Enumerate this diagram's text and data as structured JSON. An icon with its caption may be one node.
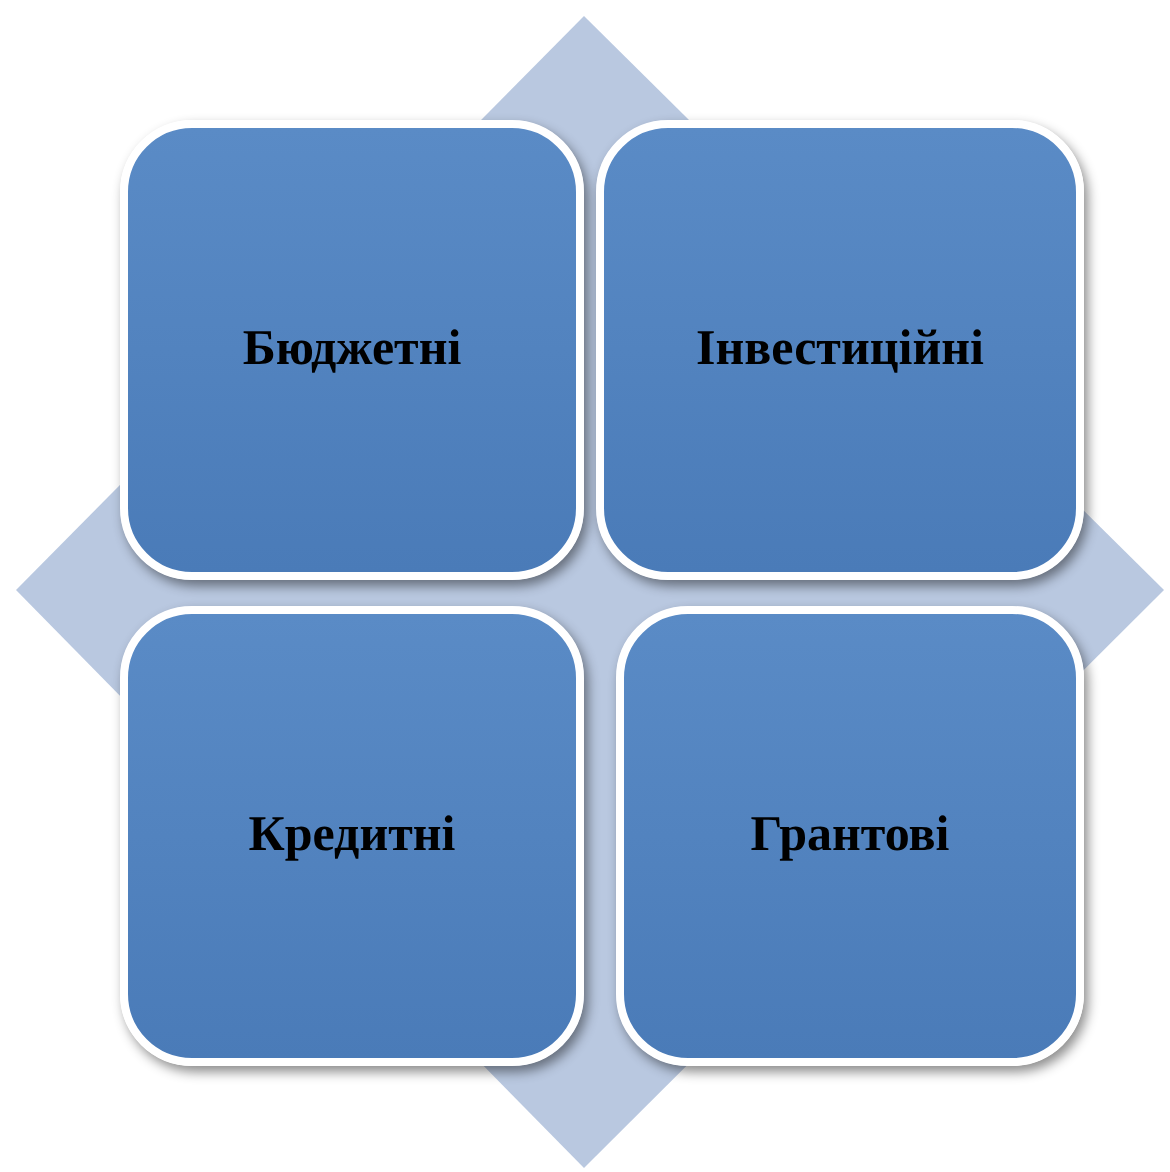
{
  "diagram": {
    "nodes": [
      {
        "text": [
          "Бюджетні"
        ]
      },
      {
        "text": [
          "Інвестиційні"
        ]
      },
      {
        "text": [
          "Кредитні"
        ]
      },
      {
        "text": [
          "Грантові"
        ]
      }
    ]
  }
}
